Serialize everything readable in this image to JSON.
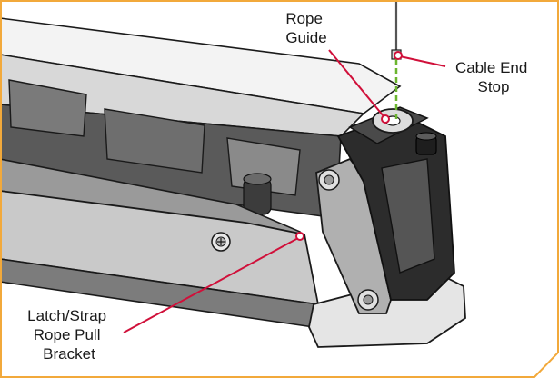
{
  "labels": {
    "rope_guide": [
      "Rope",
      "Guide"
    ],
    "cable_end_stop": [
      "Cable End",
      "Stop"
    ],
    "bracket": [
      "Latch/Strap",
      "Rope Pull",
      "Bracket"
    ]
  },
  "colors": {
    "callout": "#d0103a",
    "guide_line": "#6bb52f",
    "frame": "#f2a93b",
    "metal_light": "#e6e6e6",
    "metal_mid": "#c4c4c4",
    "metal_dark": "#8e8e8e",
    "shadow": "#3a3a3a",
    "black": "#1a1a1a"
  }
}
